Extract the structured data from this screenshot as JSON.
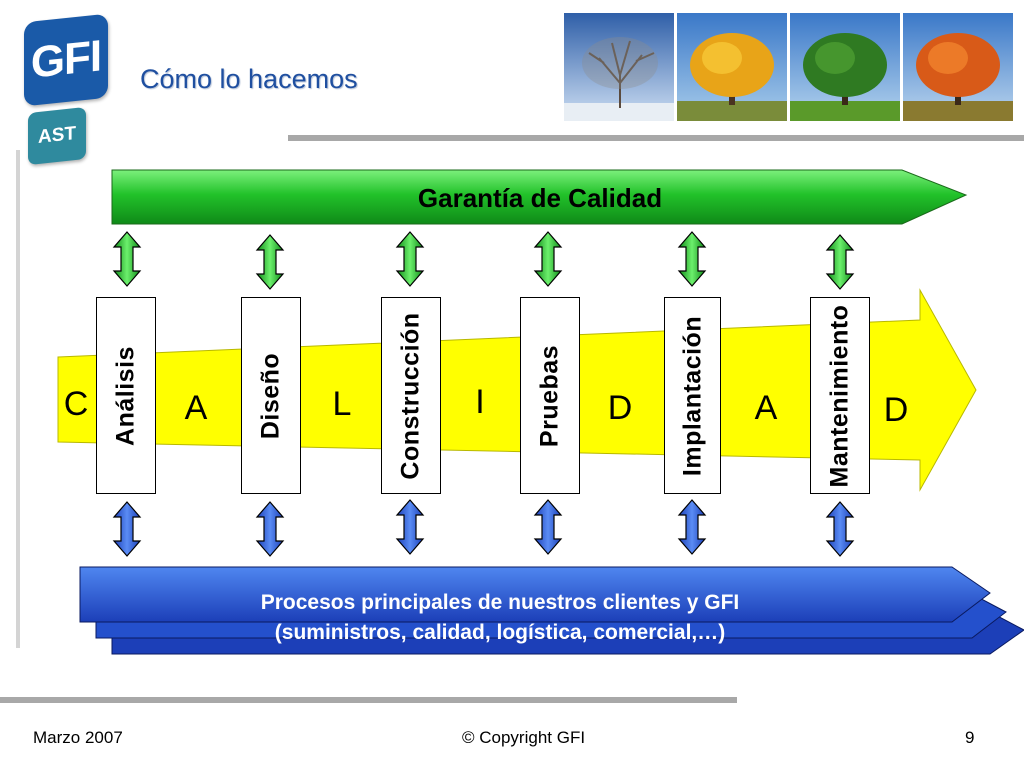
{
  "header": {
    "logo_main": "GFI",
    "logo_sub": "AST",
    "title": "Cómo lo hacemos"
  },
  "images": {
    "trees": [
      {
        "season": "winter",
        "icon": "bare-tree"
      },
      {
        "season": "autumn-yellow",
        "icon": "yellow-tree"
      },
      {
        "season": "summer",
        "icon": "green-tree"
      },
      {
        "season": "autumn-orange",
        "icon": "orange-tree"
      }
    ]
  },
  "diagram": {
    "garantia_label": "Garantía de Calidad",
    "calidad_letters": [
      "C",
      "A",
      "L",
      "I",
      "D",
      "A",
      "D"
    ],
    "phases": [
      "Análisis",
      "Diseño",
      "Construcción",
      "Pruebas",
      "Implantación",
      "Mantenimiento"
    ],
    "procesos_line1": "Procesos principales de nuestros clientes y GFI",
    "procesos_line2": "(suministros, calidad, logística, comercial,…)",
    "colors": {
      "green": "#22c22a",
      "yellow": "#ffff00",
      "blue": "#2255d8"
    }
  },
  "footer": {
    "date": "Marzo 2007",
    "copyright": "© Copyright GFI",
    "page": "9"
  }
}
